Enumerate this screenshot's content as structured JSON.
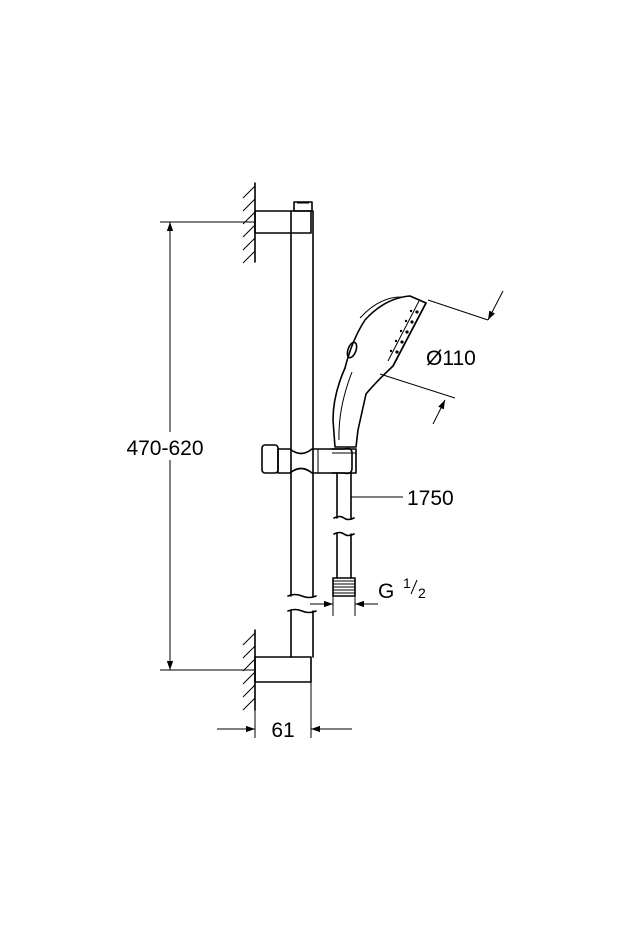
{
  "drawing": {
    "dimensions": {
      "height_range": "470-620",
      "head_diameter": "Ø110",
      "hose_length": "1750",
      "thread_prefix": "G",
      "thread_numerator": "1",
      "thread_denominator": "2",
      "wall_offset": "61"
    }
  }
}
